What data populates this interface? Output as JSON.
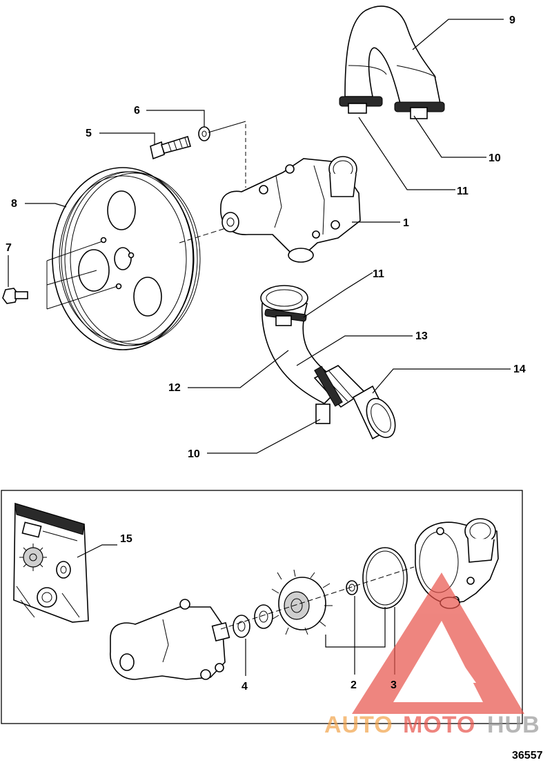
{
  "callouts": {
    "c1": "1",
    "c2": "2",
    "c3": "3",
    "c4": "4",
    "c5": "5",
    "c6": "6",
    "c7": "7",
    "c8": "8",
    "c9": "9",
    "c10a": "10",
    "c10b": "10",
    "c11a": "11",
    "c11b": "11",
    "c12": "12",
    "c13": "13",
    "c14": "14",
    "c15": "15"
  },
  "figure_number": "36557",
  "watermark": {
    "part1": "AUTO",
    "part2": "MOTO",
    "part3": "HUB"
  },
  "colors": {
    "watermark_red": "#e8524a",
    "watermark_orange": "#f2a34a",
    "watermark_gray": "#9a9a9a"
  }
}
